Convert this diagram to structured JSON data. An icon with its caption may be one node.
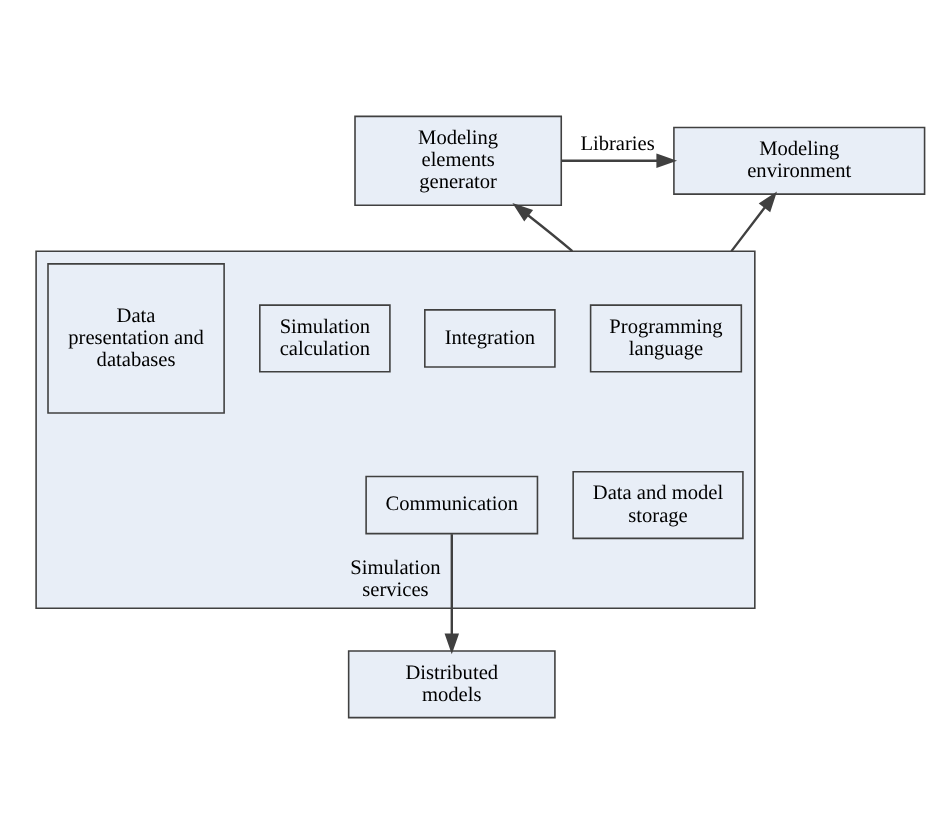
{
  "diagram": {
    "nodes": [
      {
        "text": [
          "Modeling elements generator"
        ]
      },
      {
        "text": [
          "Modeling environment"
        ]
      },
      {
        "text": [
          "Simulation services"
        ]
      },
      {
        "text": [
          "Programming language"
        ],
        "in": 2
      },
      {
        "text": [
          "Integration"
        ],
        "in": 2
      },
      {
        "text": [
          "Simulation calculation"
        ],
        "in": 2
      },
      {
        "text": [
          "Data presentation and databases"
        ],
        "in": 2
      },
      {
        "text": [
          "Data and model storage"
        ],
        "in": 2
      },
      {
        "text": [
          "Communication"
        ],
        "in": 2
      },
      {
        "text": [
          "Distributed models"
        ]
      }
    ],
    "edges": [
      {
        "from": 0,
        "to": 1,
        "arrow": "to",
        "label": "Libraries"
      },
      {
        "from": 2,
        "to": 0,
        "arrow": "to"
      },
      {
        "from": 2,
        "to": 1,
        "arrow": "to"
      },
      {
        "from": 8,
        "to": 9,
        "arrow": "to"
      }
    ]
  }
}
